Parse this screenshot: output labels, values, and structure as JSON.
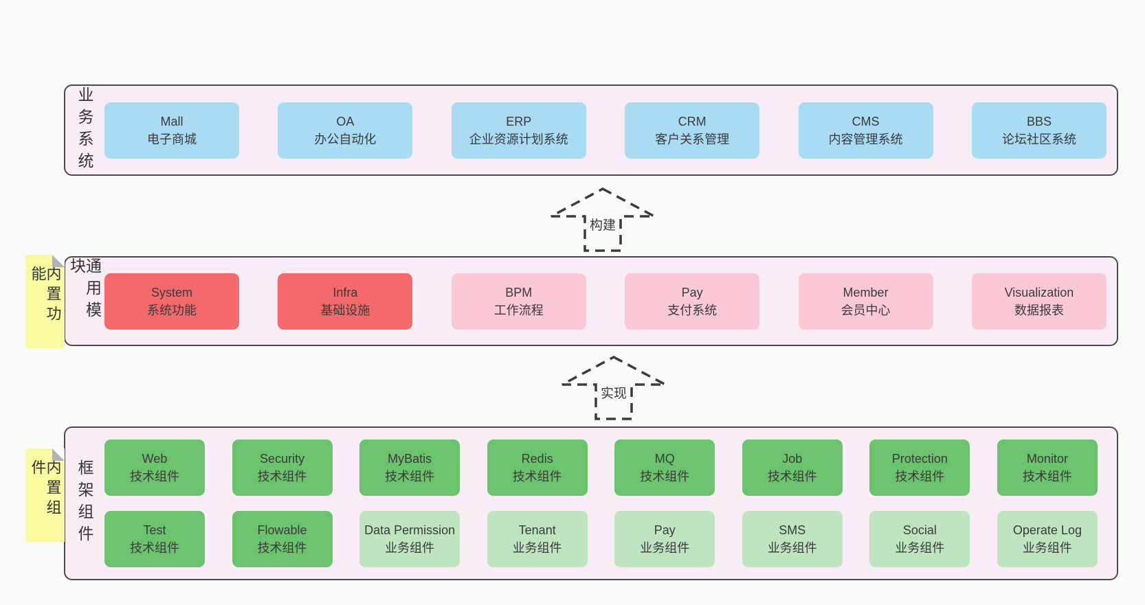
{
  "colors": {
    "page_bg": "#fafafa",
    "band_bg": "#f8edf6",
    "band_border": "#4a4a4a",
    "blue": "#a9dbf5",
    "red": "#f4696b",
    "pink": "#fbc9d4",
    "green": "#6cc36d",
    "light_green": "#bfe5c0",
    "sticky_yellow": "#fafaa0",
    "text": "#3a3a3a"
  },
  "arrows": [
    {
      "label": "构建"
    },
    {
      "label": "实现"
    }
  ],
  "bands": [
    {
      "label": "业务系统",
      "boxes": [
        {
          "title": "Mall",
          "subtitle": "电子商城",
          "variant": "blue"
        },
        {
          "title": "OA",
          "subtitle": "办公自动化",
          "variant": "blue"
        },
        {
          "title": "ERP",
          "subtitle": "企业资源计划系统",
          "variant": "blue"
        },
        {
          "title": "CRM",
          "subtitle": "客户关系管理",
          "variant": "blue"
        },
        {
          "title": "CMS",
          "subtitle": "内容管理系统",
          "variant": "blue"
        },
        {
          "title": "BBS",
          "subtitle": "论坛社区系统",
          "variant": "blue"
        }
      ]
    },
    {
      "label": "通用模块",
      "sticky": "内置功能",
      "boxes": [
        {
          "title": "System",
          "subtitle": "系统功能",
          "variant": "red"
        },
        {
          "title": "Infra",
          "subtitle": "基础设施",
          "variant": "red"
        },
        {
          "title": "BPM",
          "subtitle": "工作流程",
          "variant": "pink"
        },
        {
          "title": "Pay",
          "subtitle": "支付系统",
          "variant": "pink"
        },
        {
          "title": "Member",
          "subtitle": "会员中心",
          "variant": "pink"
        },
        {
          "title": "Visualization",
          "subtitle": "数据报表",
          "variant": "pink"
        }
      ]
    },
    {
      "label": "框架组件",
      "sticky": "内置组件",
      "rows": [
        [
          {
            "title": "Web",
            "subtitle": "技术组件",
            "variant": "green"
          },
          {
            "title": "Security",
            "subtitle": "技术组件",
            "variant": "green"
          },
          {
            "title": "MyBatis",
            "subtitle": "技术组件",
            "variant": "green"
          },
          {
            "title": "Redis",
            "subtitle": "技术组件",
            "variant": "green"
          },
          {
            "title": "MQ",
            "subtitle": "技术组件",
            "variant": "green"
          },
          {
            "title": "Job",
            "subtitle": "技术组件",
            "variant": "green"
          },
          {
            "title": "Protection",
            "subtitle": "技术组件",
            "variant": "green"
          },
          {
            "title": "Monitor",
            "subtitle": "技术组件",
            "variant": "green"
          }
        ],
        [
          {
            "title": "Test",
            "subtitle": "技术组件",
            "variant": "green"
          },
          {
            "title": "Flowable",
            "subtitle": "技术组件",
            "variant": "green"
          },
          {
            "title": "Data Permission",
            "subtitle": "业务组件",
            "variant": "lightgreen"
          },
          {
            "title": "Tenant",
            "subtitle": "业务组件",
            "variant": "lightgreen"
          },
          {
            "title": "Pay",
            "subtitle": "业务组件",
            "variant": "lightgreen"
          },
          {
            "title": "SMS",
            "subtitle": "业务组件",
            "variant": "lightgreen"
          },
          {
            "title": "Social",
            "subtitle": "业务组件",
            "variant": "lightgreen"
          },
          {
            "title": "Operate Log",
            "subtitle": "业务组件",
            "variant": "lightgreen"
          }
        ]
      ]
    }
  ]
}
